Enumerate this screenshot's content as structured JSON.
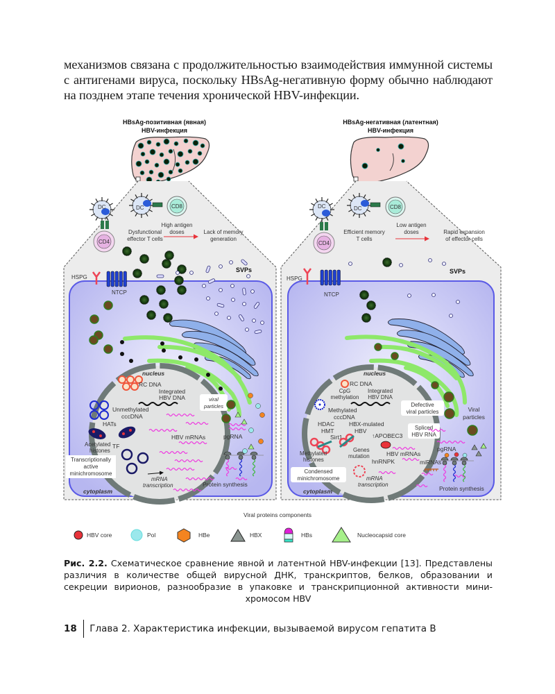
{
  "intro_text": "механизмов связана с продолжительностью взаимодействия иммунной системы с антигенами вируса, поскольку HBsAg-негативную форму обычно наблюдают на позднем этапе течения хронической HBV-инфекции.",
  "figure": {
    "left_panel": {
      "title_line1": "HBsAg-позитивная (явная)",
      "title_line2": "HBV-инфекция",
      "dc1": "DC",
      "dc2": "DC",
      "cd4": "CD4",
      "cd8": "CD8",
      "t_cells_line1": "Dysfunctional",
      "t_cells_line2": "effector T cells",
      "antigen_line1": "High antigen",
      "antigen_line2": "doses",
      "outcome_line1": "Lack of memory",
      "outcome_line2": "generation",
      "svps": "SVPs",
      "hspg": "HSPG",
      "ntcp": "NTCP",
      "nucleus": "nucleus",
      "rc_dna": "RC DNA",
      "integrated_line1": "Integrated",
      "integrated_line2": "HBV DNA",
      "viral_particles_line1": "viral",
      "viral_particles_line2": "particles",
      "cccdna_line1": "Unmethylated",
      "cccdna_line2": "cccDNA",
      "hats": "HATs",
      "acetylated_line1": "Acetylated",
      "acetylated_line2": "histones",
      "tf": "TF",
      "hbv_mrnas": "HBV mRNAs",
      "pgrna": "pgRNA",
      "minichrom_line1": "Transcriptionally",
      "minichrom_line2": "active",
      "minichrom_line3": "minichromosome",
      "mrna_line1": "mRNA",
      "mrna_line2": "transcription",
      "protein_synthesis": "Protein synthesis",
      "cytoplasm": "cytoplasm"
    },
    "right_panel": {
      "title_line1": "HBsAg-негативная (латентная)",
      "title_line2": "HBV-инфекция",
      "dc1": "DC",
      "dc2": "DC",
      "cd4": "CD4",
      "cd8": "CD8",
      "t_cells_line1": "Efficient memory",
      "t_cells_line2": "T cells",
      "antigen_line1": "Low antigen",
      "antigen_line2": "doses",
      "outcome_line1": "Rapid expansion",
      "outcome_line2": "of effector cells",
      "svps": "SVPs",
      "hspg": "HSPG",
      "ntcp": "NTCP",
      "nucleus": "nucleus",
      "rc_dna": "RC DNA",
      "cpg_line1": "CpG",
      "cpg_line2": "methylation",
      "integrated_line1": "Integrated",
      "integrated_line2": "HBV DNA",
      "defective_line1": "Defective",
      "defective_line2": "viral particles",
      "viral_particles_line1": "Viral",
      "viral_particles_line2": "particles",
      "cccdna_line1": "Methylated",
      "cccdna_line2": "cccDNA",
      "hdac": "HDAC",
      "hmt": "HMT",
      "sirt1": "Sirt1",
      "hbx_mulated_line1": "HBX-mulated",
      "hbx_mulated_line2": "HBV",
      "apobec3": "↑APOBEC3",
      "spliced_line1": "Spliced",
      "spliced_line2": "HBV RNA",
      "genes_line1": "Genes",
      "genes_line2": "mutation",
      "methylated_hist_line1": "Methylated",
      "methylated_hist_line2": "histones",
      "hnrnpk": "hnRNPK",
      "hbv_mrnas": "HBV mRNAs",
      "mirnas": "miRNAs",
      "pgrna": "pgRNA",
      "minichrom_line1": "Condensed",
      "minichrom_line2": "minichromosome",
      "mrna_line1": "mRNA",
      "mrna_line2": "transcription",
      "protein_synthesis": "Protein synthesis",
      "cytoplasm": "cytoplasm"
    },
    "legend": {
      "title": "Viral proteins components",
      "items": [
        {
          "label": "HBV core",
          "shape": "circle",
          "color": "#e8333a"
        },
        {
          "label": "Pol",
          "shape": "circle",
          "color": "#9be8ec"
        },
        {
          "label": "HBe",
          "shape": "hexagon",
          "color": "#f48420"
        },
        {
          "label": "HBX",
          "shape": "triangle",
          "color": "#8a9490"
        },
        {
          "label": "HBs",
          "shape": "capsule",
          "color": "#e020d8"
        },
        {
          "label": "Nucleocapsid core",
          "shape": "triangle",
          "color": "#a6f08a"
        }
      ]
    }
  },
  "caption": {
    "label": "Рис. 2.2.",
    "text": "Схематическое сравнение явной и латентной HBV-инфекции [13]. Представлены различия в количестве общей вирусной ДНК, транскриптов, белков, образовании и секреции вирионов, разнообразие в упаковке и транскрипционной активности мини-хромосом HBV"
  },
  "footer": {
    "page_number": "18",
    "running_title": "Глава 2. Характеристика инфекции, вызываемой вирусом гепатита В"
  },
  "colors": {
    "cell_fill": "#c9c9f4",
    "cell_border": "#5a5ae6",
    "nucleus_ring": "#6f7a78",
    "er_green": "#8ee86a",
    "golgi_blue": "#8fb0ea",
    "liver_pink": "#f3d2d0",
    "mrna_magenta": "#ee3ce0",
    "arrow_red": "#e8333a"
  }
}
